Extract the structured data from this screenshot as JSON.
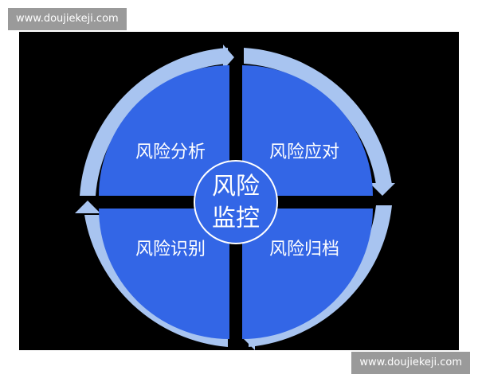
{
  "watermarks": {
    "top": "www.doujiekeji.com",
    "bottom": "www.doujiekeji.com"
  },
  "diagram": {
    "center": {
      "line1": "风险",
      "line2": "监控"
    },
    "quadrants": {
      "top_left": "风险分析",
      "top_right": "风险应对",
      "bottom_left": "风险识别",
      "bottom_right": "风险归档"
    },
    "colors": {
      "background": "#000000",
      "quadrant_fill": "#3366e6",
      "ring": "#a8c4f0",
      "text": "#ffffff"
    }
  }
}
